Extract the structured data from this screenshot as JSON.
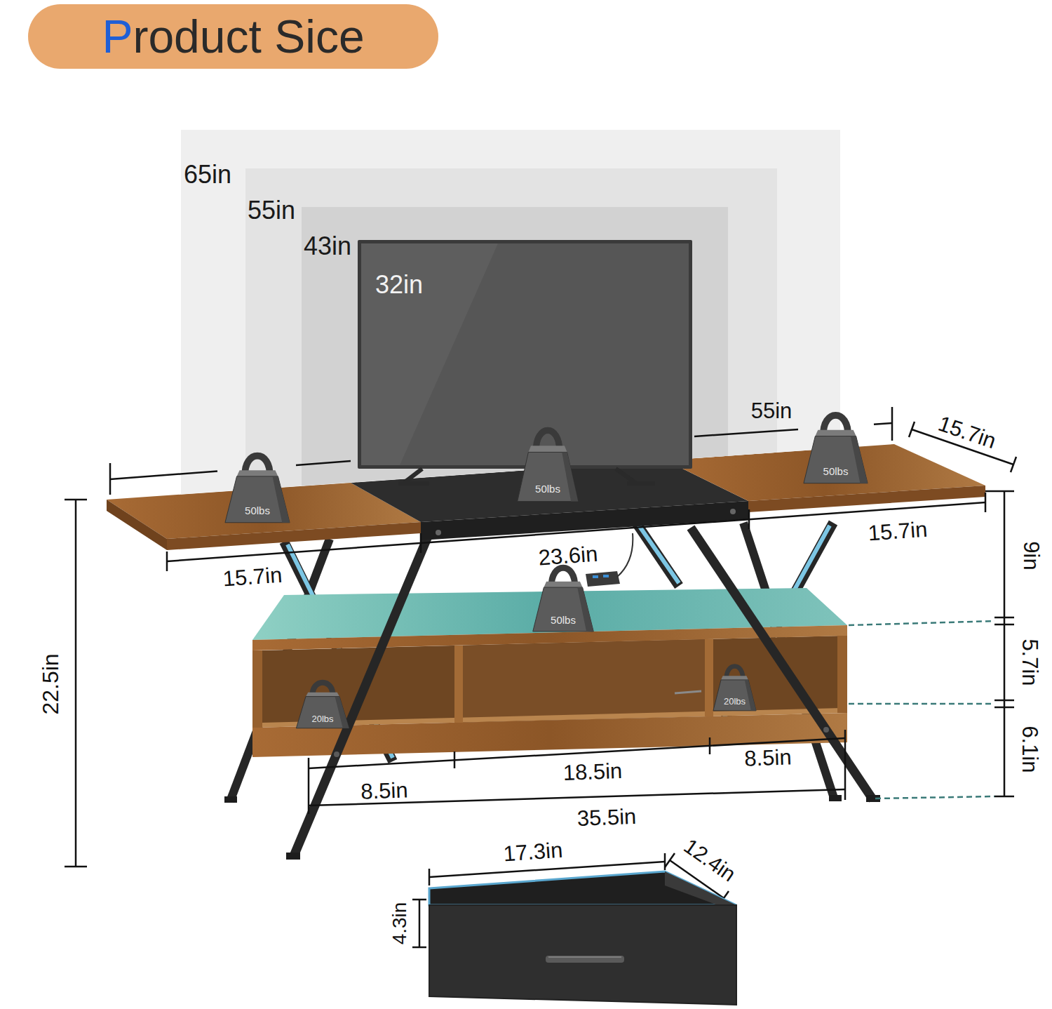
{
  "diagram": {
    "title": "Product Sice",
    "nodes": [
      {
        "text": [
          "65in"
        ]
      },
      {
        "text": [
          "55in"
        ],
        "in": 0
      },
      {
        "text": [
          "43in"
        ],
        "in": 1
      },
      {
        "text": [
          "32in"
        ],
        "in": 2
      },
      {
        "text": [
          "50lbs"
        ]
      },
      {
        "text": [
          "50lbs"
        ]
      },
      {
        "text": [
          "50lbs"
        ]
      },
      {
        "text": [
          "50lbs"
        ]
      },
      {
        "text": [
          "20lbs"
        ]
      },
      {
        "text": [
          "20lbs"
        ]
      }
    ],
    "labels": [
      "55in",
      "15.7in",
      "15.7in",
      "23.6in",
      "15.7in",
      "9in",
      "5.7in",
      "6.1in",
      "22.5in",
      "8.5in",
      "18.5in",
      "8.5in",
      "35.5in",
      "17.3in",
      "12.4in",
      "4.3in"
    ]
  }
}
